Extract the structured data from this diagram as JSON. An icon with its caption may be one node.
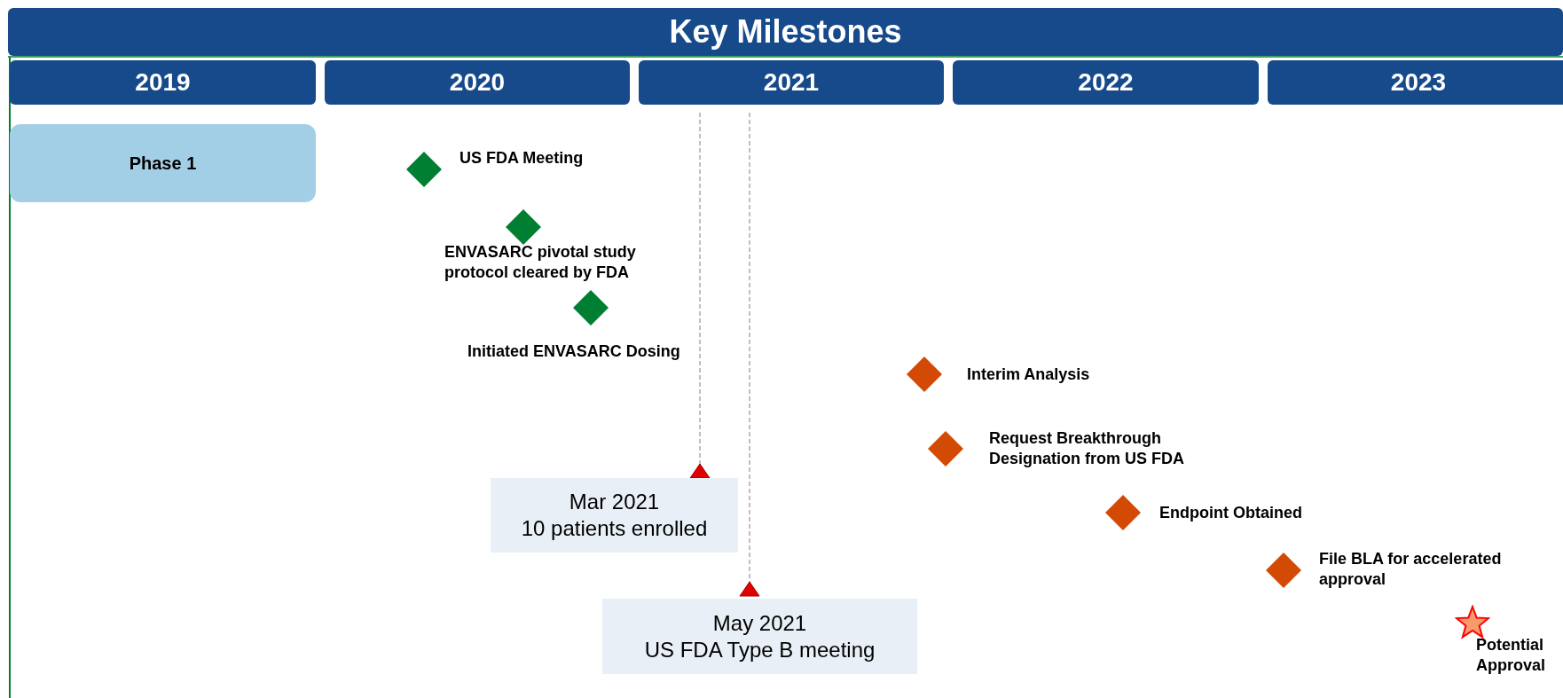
{
  "diagram": {
    "title": "Key Milestones",
    "nodes": [
      {
        "text": [
          "2019"
        ]
      },
      {
        "text": [
          "2020"
        ]
      },
      {
        "text": [
          "2021"
        ]
      },
      {
        "text": [
          "2022"
        ]
      },
      {
        "text": [
          "2023"
        ]
      },
      {
        "text": [
          "Phase 1"
        ]
      },
      {
        "text": [],
        "shape": "diamond",
        "beside": [
          "US FDA Meeting"
        ]
      },
      {
        "text": [],
        "shape": "diamond",
        "beside": [
          "ENVASARC pivotal study protocol cleared by FDA"
        ]
      },
      {
        "text": [],
        "shape": "diamond",
        "beside": [
          "Initiated ENVASARC Dosing"
        ]
      },
      {
        "text": [],
        "shape": "diamond",
        "beside": [
          "Interim Analysis"
        ]
      },
      {
        "text": [],
        "shape": "diamond",
        "beside": [
          "Request Breakthrough Designation from US FDA"
        ]
      },
      {
        "text": [],
        "shape": "diamond",
        "beside": [
          "Endpoint Obtained"
        ]
      },
      {
        "text": [],
        "shape": "diamond",
        "beside": [
          "File BLA for accelerated approval"
        ]
      },
      {
        "text": [],
        "shape": "star",
        "beside": [
          "Potential Approval"
        ]
      },
      {
        "text": [
          "Mar 2021",
          "10 patients enrolled"
        ]
      },
      {
        "text": [
          "May 2021",
          "US FDA Type B meeting"
        ]
      }
    ],
    "edges": []
  }
}
